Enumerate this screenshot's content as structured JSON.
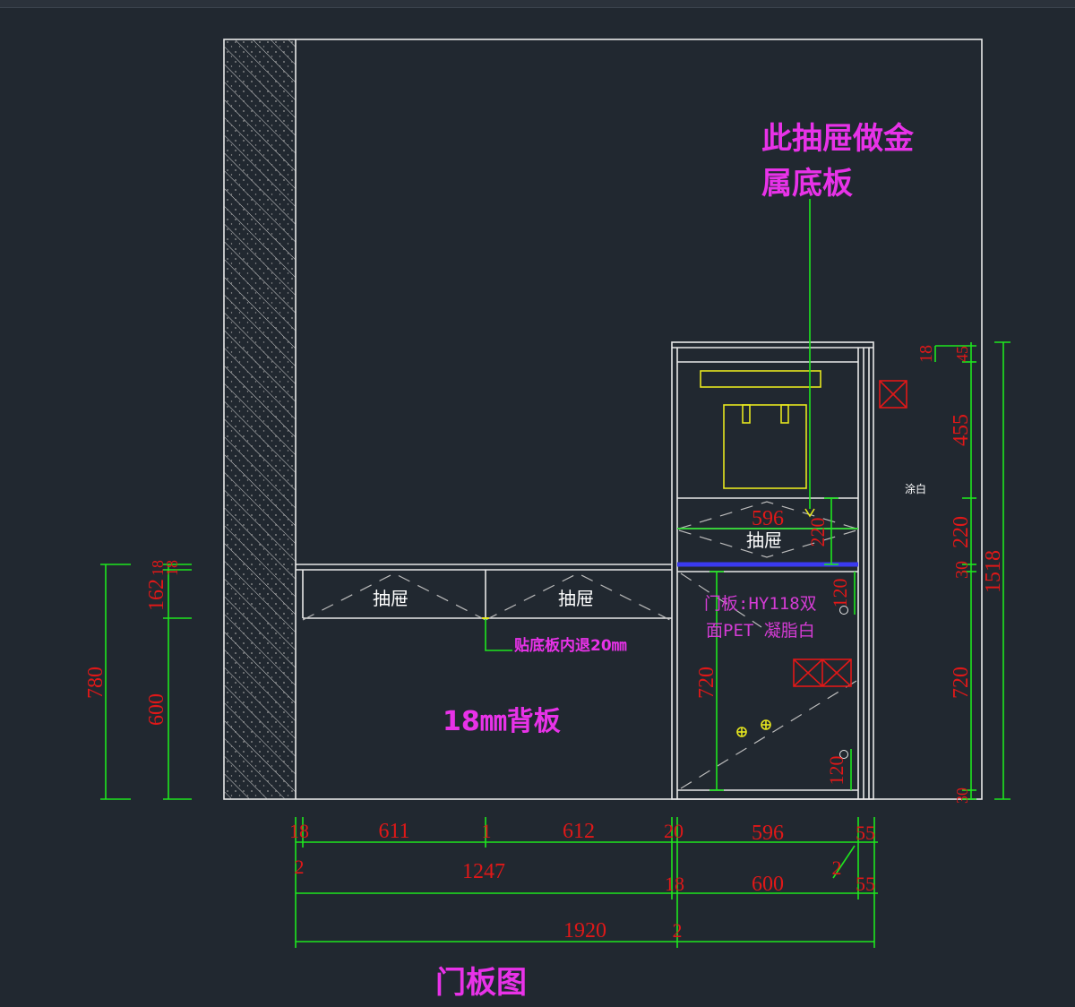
{
  "notes": {
    "metal_bottom_line1": "此抽屉做金",
    "metal_bottom_line2": "属底板",
    "back_panel": "18㎜背板",
    "recess": "贴底板内退20㎜",
    "door_material_line1": "门板:HY118双",
    "door_material_line2": "面PET 凝脂白",
    "paint_white": "涂白",
    "door_diagram_title": "门板图"
  },
  "labels": {
    "drawer1": "抽屉",
    "drawer2": "抽屉",
    "drawer3": "抽屉"
  },
  "dims": {
    "left_18a": "18",
    "left_162": "162",
    "left_18b": "18",
    "left_780": "780",
    "left_600": "600",
    "right_18": "18",
    "right_45": "45",
    "right_455": "455",
    "right_220": "220",
    "right_30a": "30",
    "right_1518": "1518",
    "right_720": "720",
    "right_30b": "30",
    "inner_596": "596",
    "inner_220": "220",
    "inner_120a": "120",
    "inner_720": "720",
    "inner_120b": "120",
    "b1_18": "18",
    "b1_611": "611",
    "b1_1": "1",
    "b1_612": "612",
    "b1_20": "20",
    "b1_596": "596",
    "b1_55": "55",
    "b2_2": "2",
    "b2_1247": "1247",
    "b2_18": "18",
    "b2_600": "600",
    "b2_2b": "2",
    "b2_55": "55",
    "b3_1920": "1920",
    "b3_2": "2"
  },
  "colors": {
    "background": "#212830",
    "dimension": "#1ee61e",
    "dimension_text": "#e01818",
    "annotation": "#e832e8",
    "outline": "#e8e8e8",
    "appliance": "#e6e61e",
    "divider": "#3a3af0"
  }
}
